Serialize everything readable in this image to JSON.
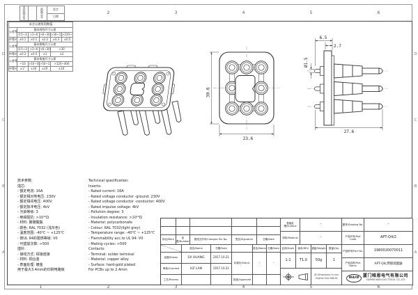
{
  "frame": {
    "zones": [
      "1",
      "2",
      "3",
      "4",
      "5",
      "6"
    ],
    "rows": [
      "D",
      "C",
      "B",
      "A"
    ],
    "stamp_box1": "旧底图总号",
    "stamp_box2": "底图总号",
    "stamp_sign": "签字",
    "stamp_date": "日期"
  },
  "tolerance_table": {
    "title": "未注公差所用数值",
    "grade_label": "公差等级",
    "medium_label": "中等m",
    "sections": [
      {
        "heading": "基本线性尺寸公差",
        "ranges": [
          "0.5~3",
          ">3~6",
          ">6~30",
          ">30~120",
          ">120~400"
        ],
        "values": [
          "±0.1",
          "±0.1",
          "±0.2",
          "±0.3",
          "±0.5"
        ]
      },
      {
        "heading": "基本倒角尺寸公差",
        "ranges": [
          "0.5~3",
          ">3~6",
          ">6~30",
          ">30"
        ],
        "values": [
          "±0.2",
          "±0.5",
          "±1",
          "±2"
        ]
      },
      {
        "heading": "基本角度尺寸公差",
        "ranges": [
          "~10",
          ">10~50",
          ">50~120",
          ">120~400"
        ],
        "values": [
          "±1°",
          "±30′",
          "±20′",
          "±10′"
        ]
      }
    ]
  },
  "views": {
    "top_view": {
      "height_dim": "30.6",
      "width_dim": "23.6"
    },
    "side_view": {
      "dim_top": "6.5",
      "dim_top2": "2.7",
      "dim_pin_dia": "Ø1.5",
      "dim_length": "27.6"
    }
  },
  "spec_cn": {
    "lines": [
      "技术参数:",
      "插芯:",
      "- 额定电流: 16A",
      "- 额定相对地电压: 230V",
      "- 额定相间电压: 400V",
      "- 额定脉冲电压: 4kV",
      "- 污染等级: 3",
      "- 绝缘阻抗: >10¹⁰Ω",
      "- 材料: 聚碳酸酯",
      "- 颜色: RAL 7032 (浅灰色)",
      "- 温度范围: -40℃ ~ +125℃",
      "- 按UL 94的阻燃等级: V0",
      "- 可插拔次数: >500",
      "插针:",
      "- 接线方式: 焊接连接",
      "- 材料: 铜合金",
      "- 表面处理: 镀金",
      "用于最大3.4mm的印刷电路板"
    ]
  },
  "spec_en": {
    "lines": [
      "Technical specification:",
      "Inserts:",
      "- Rated current: 16A",
      "- Rated voltage conductor -ground: 230V",
      "- Rated voltage conductor -conductor: 400V",
      "- Rated impulse voltage: 4kV",
      "- Pollution degree: 3",
      "- Insulation resistance: >10¹⁰Ω",
      "- Material: polycarbonate",
      "- Colour: RAL 7032(light grey)",
      "- Temperature range: -40℃ ~ +125℃",
      "- Flammability acc.to UL 94: V0",
      "- Mating cycles: >500",
      "Contacts:",
      "- Terminal: solder terminal",
      "- Material: copper alloy",
      "- Surface: hard-gold plated",
      "For PCBs up to 2.4mm"
    ]
  },
  "title_block": {
    "rev_header": {
      "mark": "标记/Mark",
      "number": "处数/Number",
      "changes": "更改文件号/Changes File No.",
      "signature": "签名/Signature",
      "date": "日期/Date"
    },
    "sub_header": {
      "name": "姓名/Name",
      "date": "日期/Date"
    },
    "rows": {
      "drawn_label": "绘图/Drawn",
      "drawn_name": "SX HUANG",
      "drawn_date": "2017.10.21",
      "checked_label": "审核/Checked",
      "checked_name": "HZ LAN",
      "checked_date": "2017.10.21",
      "process_label": "工艺/Process",
      "stand_label": "标准化/Stand.",
      "stand_name": "-",
      "stand_date": "-",
      "approved_label": "批准/Approved"
    },
    "surface_label": "表面处理/Surface",
    "surface_value": "-",
    "material_label": "材料/Material",
    "material_value": "-",
    "scale_label": "比例/Scale",
    "scale_value": "1:1",
    "rev_label": "版本/REV.",
    "rev_value": "T1.0",
    "weight_label": "重量/Weight",
    "weight_value": "50g",
    "qty_label": "数量/Qty.",
    "qty_value": "1",
    "note_line1": "All Dimensions in mm",
    "note_line2": "Original Size DIN A4",
    "drawing_no_label": "图号/Drawing No.",
    "drawing_no_value": "-",
    "part_code_label": "产品代号/Part Code",
    "part_code_value": "APT-Q4/2",
    "part_no_label": "产品料号/Part No.",
    "part_no_value": "1980020070011",
    "part_name_label": "产品名称/Part Name",
    "part_name_value": "APT-Q8,焊接适配器",
    "company_logo": "WAIN",
    "company_cn": "厦门唯恩电气有限公司",
    "company_en": "XIAMEN WAIN ELECTRICAL CO.,LTD"
  },
  "colors": {
    "line": "#333333",
    "centerline": "#888888",
    "frame": "#444444"
  }
}
